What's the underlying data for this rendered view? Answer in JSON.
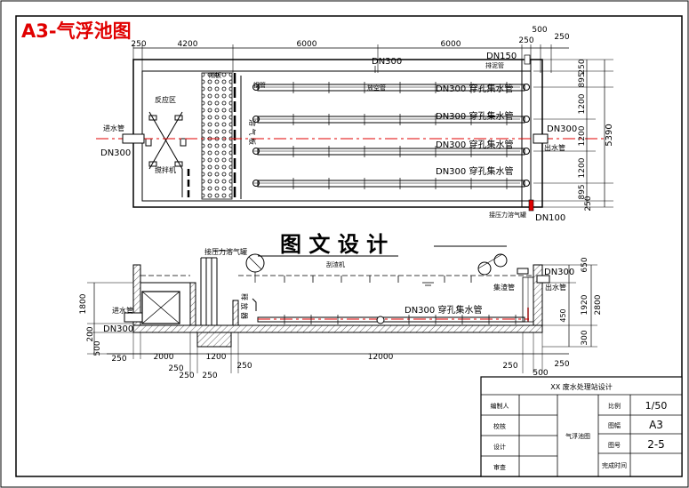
{
  "sheet_title": "A3-气浮池图",
  "watermark": "图 文 设 计",
  "plan": {
    "top_dims": [
      "250",
      "4200",
      "6000",
      "6000",
      "250",
      "500",
      "250"
    ],
    "right_dims": [
      "250",
      "895",
      "1200",
      "1200",
      "1200",
      "895",
      "250"
    ],
    "overall_width": "5390",
    "labels": {
      "dn300_top": "DN300",
      "dn150": "DN150",
      "vent_pipe": "排泥管",
      "reaction_zone": "反应区",
      "mixer": "搅拌机",
      "inlet_pipe": "进水管",
      "inlet_dn": "DN300",
      "baffle": "隔板",
      "drain_pipe": "放空管",
      "steel_pipe": "钢管",
      "perforated_1": "DN300 穿孔集水管",
      "perforated_2": "DN300 穿孔集水管",
      "perforated_3": "DN300 穿孔集水管",
      "perforated_4": "DN300 穿孔集水管",
      "outlet_dn": "DN300",
      "outlet_pipe": "出水管",
      "pressure_pipe": "接压力溶气罐",
      "dn100": "DN100",
      "side_text": "溶 气 板"
    }
  },
  "section": {
    "left_dims_v": [
      "1800",
      "200",
      "500"
    ],
    "right_dims_v": [
      "650",
      "1920",
      "300"
    ],
    "right_total": "2800",
    "right_small": "450",
    "bottom_dims": [
      "250",
      "2000",
      "250",
      "1200",
      "250",
      "250",
      "12000",
      "250",
      "500",
      "250"
    ],
    "labels": {
      "pressure_pipe": "接压力溶气罐",
      "scraper": "刮渣机",
      "dn300_top_right": "DN300",
      "slag_pipe": "集渣管",
      "outlet_pipe": "出水管",
      "inlet_pipe": "进水管",
      "inlet_dn": "DN300",
      "perforated": "DN300 穿孔集水管",
      "release": "释 放 器"
    }
  },
  "title_block": {
    "project": "XX 废水处理站设计",
    "left_labels": [
      "编制人",
      "校核",
      "设计",
      "审查"
    ],
    "drawing_name": "气浮池图",
    "right_labels": [
      "比例",
      "图幅",
      "图号",
      "完成时间"
    ],
    "right_values": [
      "1/50",
      "A3",
      "2-5",
      ""
    ]
  }
}
